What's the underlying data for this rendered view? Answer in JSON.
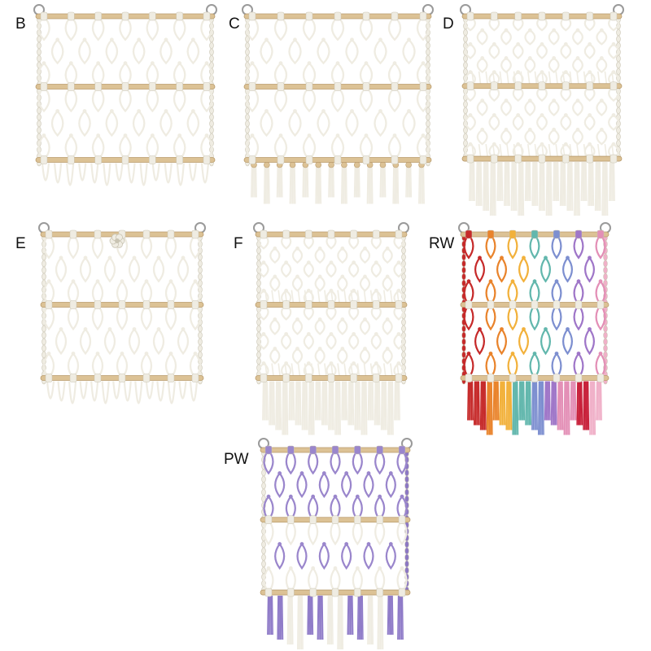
{
  "variants": [
    {
      "label": "B",
      "style": "net",
      "tassel": "loop",
      "colors": [
        "#efece2"
      ],
      "ring": true
    },
    {
      "label": "C",
      "style": "net",
      "tassel": "bead",
      "colors": [
        "#efece2"
      ],
      "ring": true
    },
    {
      "label": "D",
      "style": "dense",
      "tassel": "long",
      "colors": [
        "#efece2"
      ],
      "ring": true
    },
    {
      "label": "E",
      "style": "net",
      "tassel": "loop",
      "colors": [
        "#efece2"
      ],
      "ring": true,
      "flower": true
    },
    {
      "label": "F",
      "style": "dense",
      "tassel": "long",
      "colors": [
        "#efece2"
      ],
      "ring": true
    },
    {
      "label": "RW",
      "style": "net",
      "tassel": "long",
      "colors": [
        "#c62a2a",
        "#e9832b",
        "#f2b13b",
        "#62b7ad",
        "#7d8fd0",
        "#9f76c8",
        "#e38fb6",
        "#c8203a",
        "#f0b0c8"
      ],
      "ring": true
    },
    {
      "label": "PW",
      "style": "net",
      "tassel": "purple",
      "colors": [
        "#9a86cc",
        "#efece2"
      ],
      "ring": true
    }
  ],
  "palette": {
    "rope": "#efece2",
    "rope_shadow": "#c9c4b3",
    "wood": "#dcc295",
    "wood_edge": "#b99b6c",
    "ring": "#9a9a9a"
  }
}
